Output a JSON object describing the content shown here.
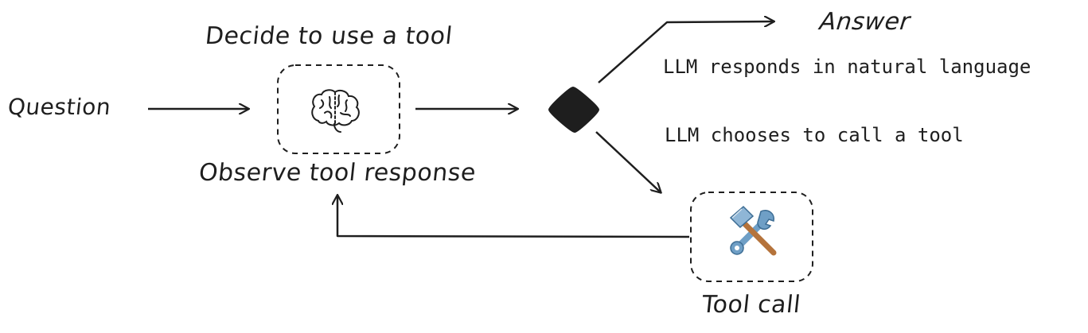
{
  "labels": {
    "question": "Question",
    "decide": "Decide to use a tool",
    "observe": "Observe tool response",
    "answer": "Answer",
    "responds": "LLM responds in natural language",
    "chooses": "LLM chooses to call a tool",
    "tool_call": "Tool call"
  },
  "icons": {
    "llm_node": "brain-icon",
    "tool_node": "hammer-wrench-icon",
    "decision": "diamond-icon"
  },
  "colors": {
    "stroke": "#1e1e1e",
    "hammer_handle": "#b5733b",
    "steel": "#6f9fc6"
  }
}
